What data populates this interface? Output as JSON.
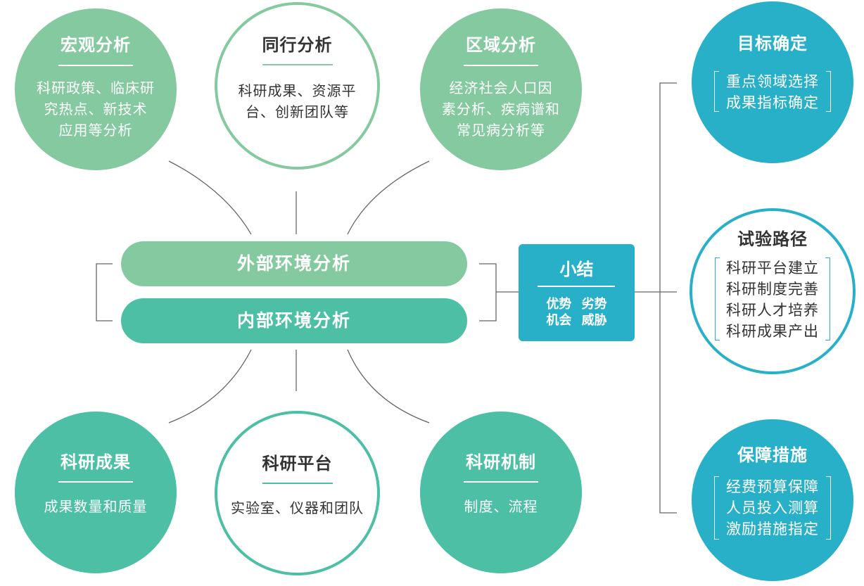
{
  "colors": {
    "light_green": "#85c9a0",
    "teal_green": "#4cbfa4",
    "blue": "#29b0c9",
    "text_dark": "#333333",
    "connector_line": "#666666"
  },
  "external": {
    "macro": {
      "title": "宏观分析",
      "lines": [
        "科研政策、临床研",
        "究热点、新技术",
        "应用等分析"
      ]
    },
    "peer": {
      "title": "同行分析",
      "lines": [
        "科研成果、资源平",
        "台、创新团队等"
      ]
    },
    "regional": {
      "title": "区域分析",
      "lines": [
        "经济社会人口因",
        "素分析、疾病谱和",
        "常见病分析等"
      ]
    }
  },
  "center": {
    "external_label": "外部环境分析",
    "internal_label": "内部环境分析"
  },
  "internal": {
    "results": {
      "title": "科研成果",
      "lines": [
        "成果数量和质量"
      ]
    },
    "platform": {
      "title": "科研平台",
      "lines": [
        "实验室、仪器和团队"
      ]
    },
    "mechanism": {
      "title": "科研机制",
      "lines": [
        "制度、流程"
      ]
    }
  },
  "summary": {
    "title": "小结",
    "row1": "优势 劣势",
    "row2": "机会 威胁"
  },
  "right": {
    "goal": {
      "title": "目标确定",
      "lines": [
        "重点领域选择",
        "成果指标确定"
      ]
    },
    "path": {
      "title": "试验路径",
      "lines": [
        "科研平台建立",
        "科研制度完善",
        "科研人才培养",
        "科研成果产出"
      ]
    },
    "guarantee": {
      "title": "保障措施",
      "lines": [
        "经费预算保障",
        "人员投入测算",
        "激励措施指定"
      ]
    }
  }
}
